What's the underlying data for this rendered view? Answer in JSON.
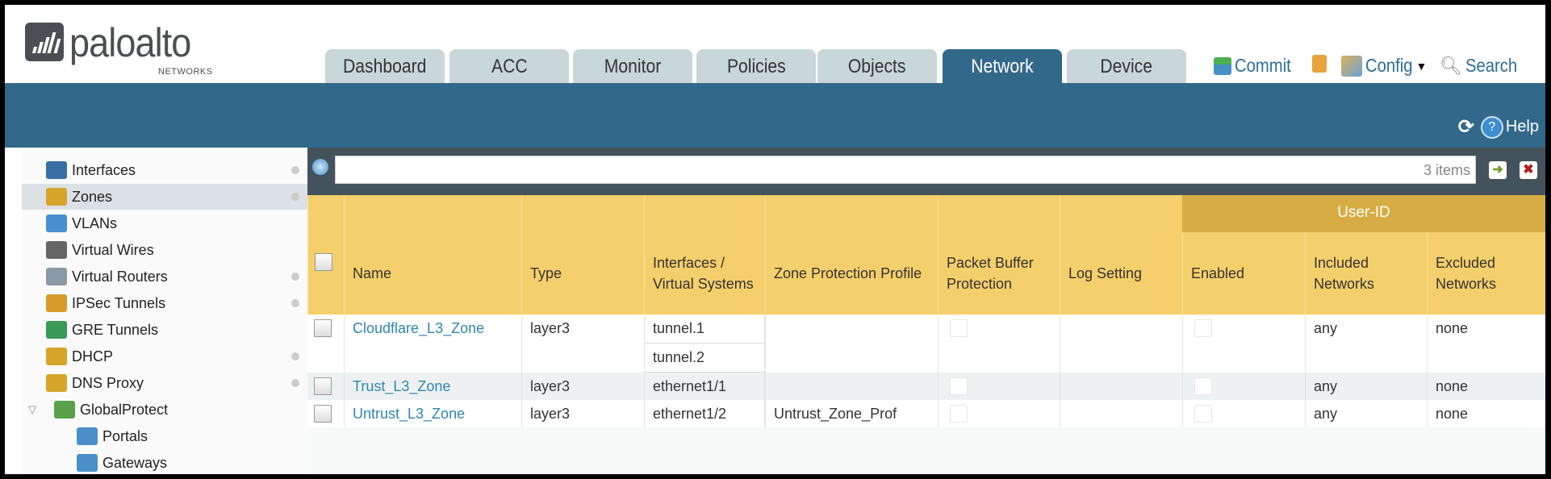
{
  "brand": {
    "name": "paloalto",
    "sub": "NETWORKS"
  },
  "tabs": [
    {
      "label": "Dashboard"
    },
    {
      "label": "ACC"
    },
    {
      "label": "Monitor"
    },
    {
      "label": "Policies"
    },
    {
      "label": "Objects"
    },
    {
      "label": "Network",
      "active": true
    },
    {
      "label": "Device"
    }
  ],
  "toolbar": {
    "commit": "Commit",
    "config": "Config",
    "search": "Search",
    "help": "Help"
  },
  "sidebar": {
    "items": [
      {
        "label": "Interfaces",
        "icon": "interfaces-icon"
      },
      {
        "label": "Zones",
        "icon": "zones-icon",
        "selected": true
      },
      {
        "label": "VLANs",
        "icon": "vlans-icon"
      },
      {
        "label": "Virtual Wires",
        "icon": "virtual-wires-icon"
      },
      {
        "label": "Virtual Routers",
        "icon": "virtual-routers-icon"
      },
      {
        "label": "IPSec Tunnels",
        "icon": "ipsec-icon"
      },
      {
        "label": "GRE Tunnels",
        "icon": "gre-icon"
      },
      {
        "label": "DHCP",
        "icon": "dhcp-icon"
      },
      {
        "label": "DNS Proxy",
        "icon": "dns-icon"
      },
      {
        "label": "GlobalProtect",
        "icon": "globalprotect-icon"
      },
      {
        "label": "Portals",
        "icon": "portals-icon"
      },
      {
        "label": "Gateways",
        "icon": "gateways-icon"
      }
    ]
  },
  "search": {
    "value": "",
    "count": "3 items"
  },
  "table": {
    "group": "User-ID",
    "headers": [
      "Name",
      "Type",
      "Interfaces / Virtual Systems",
      "Zone Protection Profile",
      "Packet Buffer Protection",
      "Log Setting",
      "Enabled",
      "Included Networks",
      "Excluded Networks"
    ],
    "rows": [
      {
        "name": "Cloudflare_L3_Zone",
        "type": "layer3",
        "interfaces": [
          "tunnel.1",
          "tunnel.2"
        ],
        "zpp": "",
        "pbp": false,
        "log": "",
        "enabled": false,
        "included": "any",
        "excluded": "none"
      },
      {
        "name": "Trust_L3_Zone",
        "type": "layer3",
        "interfaces": [
          "ethernet1/1"
        ],
        "zpp": "",
        "pbp": false,
        "log": "",
        "enabled": false,
        "included": "any",
        "excluded": "none"
      },
      {
        "name": "Untrust_L3_Zone",
        "type": "layer3",
        "interfaces": [
          "ethernet1/2"
        ],
        "zpp": "Untrust_Zone_Prof",
        "pbp": false,
        "log": "",
        "enabled": false,
        "included": "any",
        "excluded": "none"
      }
    ]
  },
  "colors": {
    "accent": "#32688a",
    "header": "#f5cf6b",
    "group_header": "#d7ac42",
    "link": "#2e86b3"
  }
}
